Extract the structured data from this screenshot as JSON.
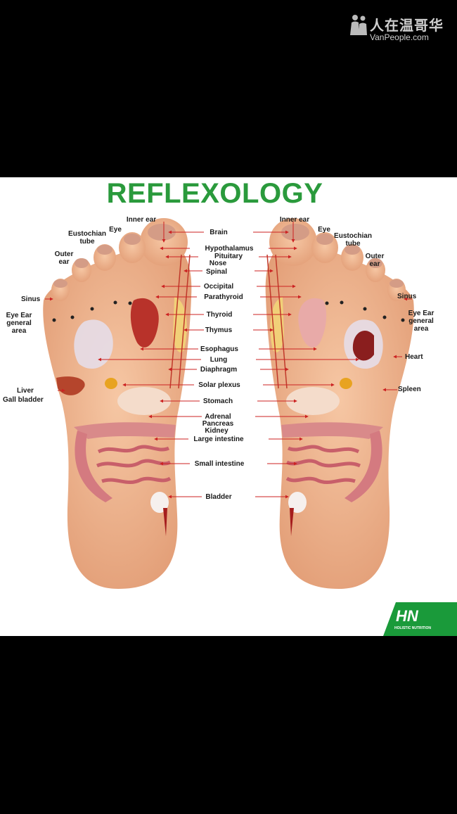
{
  "watermark": {
    "cn": "人在温哥华",
    "en": "VanPeople.com"
  },
  "title": "REFLEXOLOGY",
  "colors": {
    "title": "#2a9a3c",
    "skin": "#f0b894",
    "arrow": "#cc2222",
    "brand": "#1a9a3a"
  },
  "labels": {
    "inner_ear": "Inner ear",
    "eye": "Eye",
    "eustochian_tube": "Eustochian\ntube",
    "outer_ear": "Outer\near",
    "sinus": "Sinus",
    "eye_ear_general": "Eye Ear\ngeneral\narea",
    "liver": "Liver",
    "gall_bladder": "Gall bladder",
    "heart": "Heart",
    "spleen": "Spleen",
    "center": {
      "brain": "Brain",
      "hypothalamus": "Hypothalamus",
      "pituitary": "Pituitary",
      "nose": "Nose",
      "spinal": "Spinal",
      "occipital": "Occipital",
      "parathyroid": "Parathyroid",
      "thyroid": "Thyroid",
      "thymus": "Thymus",
      "esophagus": "Esophagus",
      "lung": "Lung",
      "diaphragm": "Diaphragm",
      "solar_plexus": "Solar plexus",
      "stomach": "Stomach",
      "adrenal": "Adrenal",
      "pancreas": "Pancreas",
      "kidney": "Kidney",
      "large_intestine": "Large intestine",
      "small_intestine": "Small intestine",
      "bladder": "Bladder"
    }
  },
  "logo": {
    "mark": "HN",
    "sub": "HOLISTIC NUTRITION"
  }
}
